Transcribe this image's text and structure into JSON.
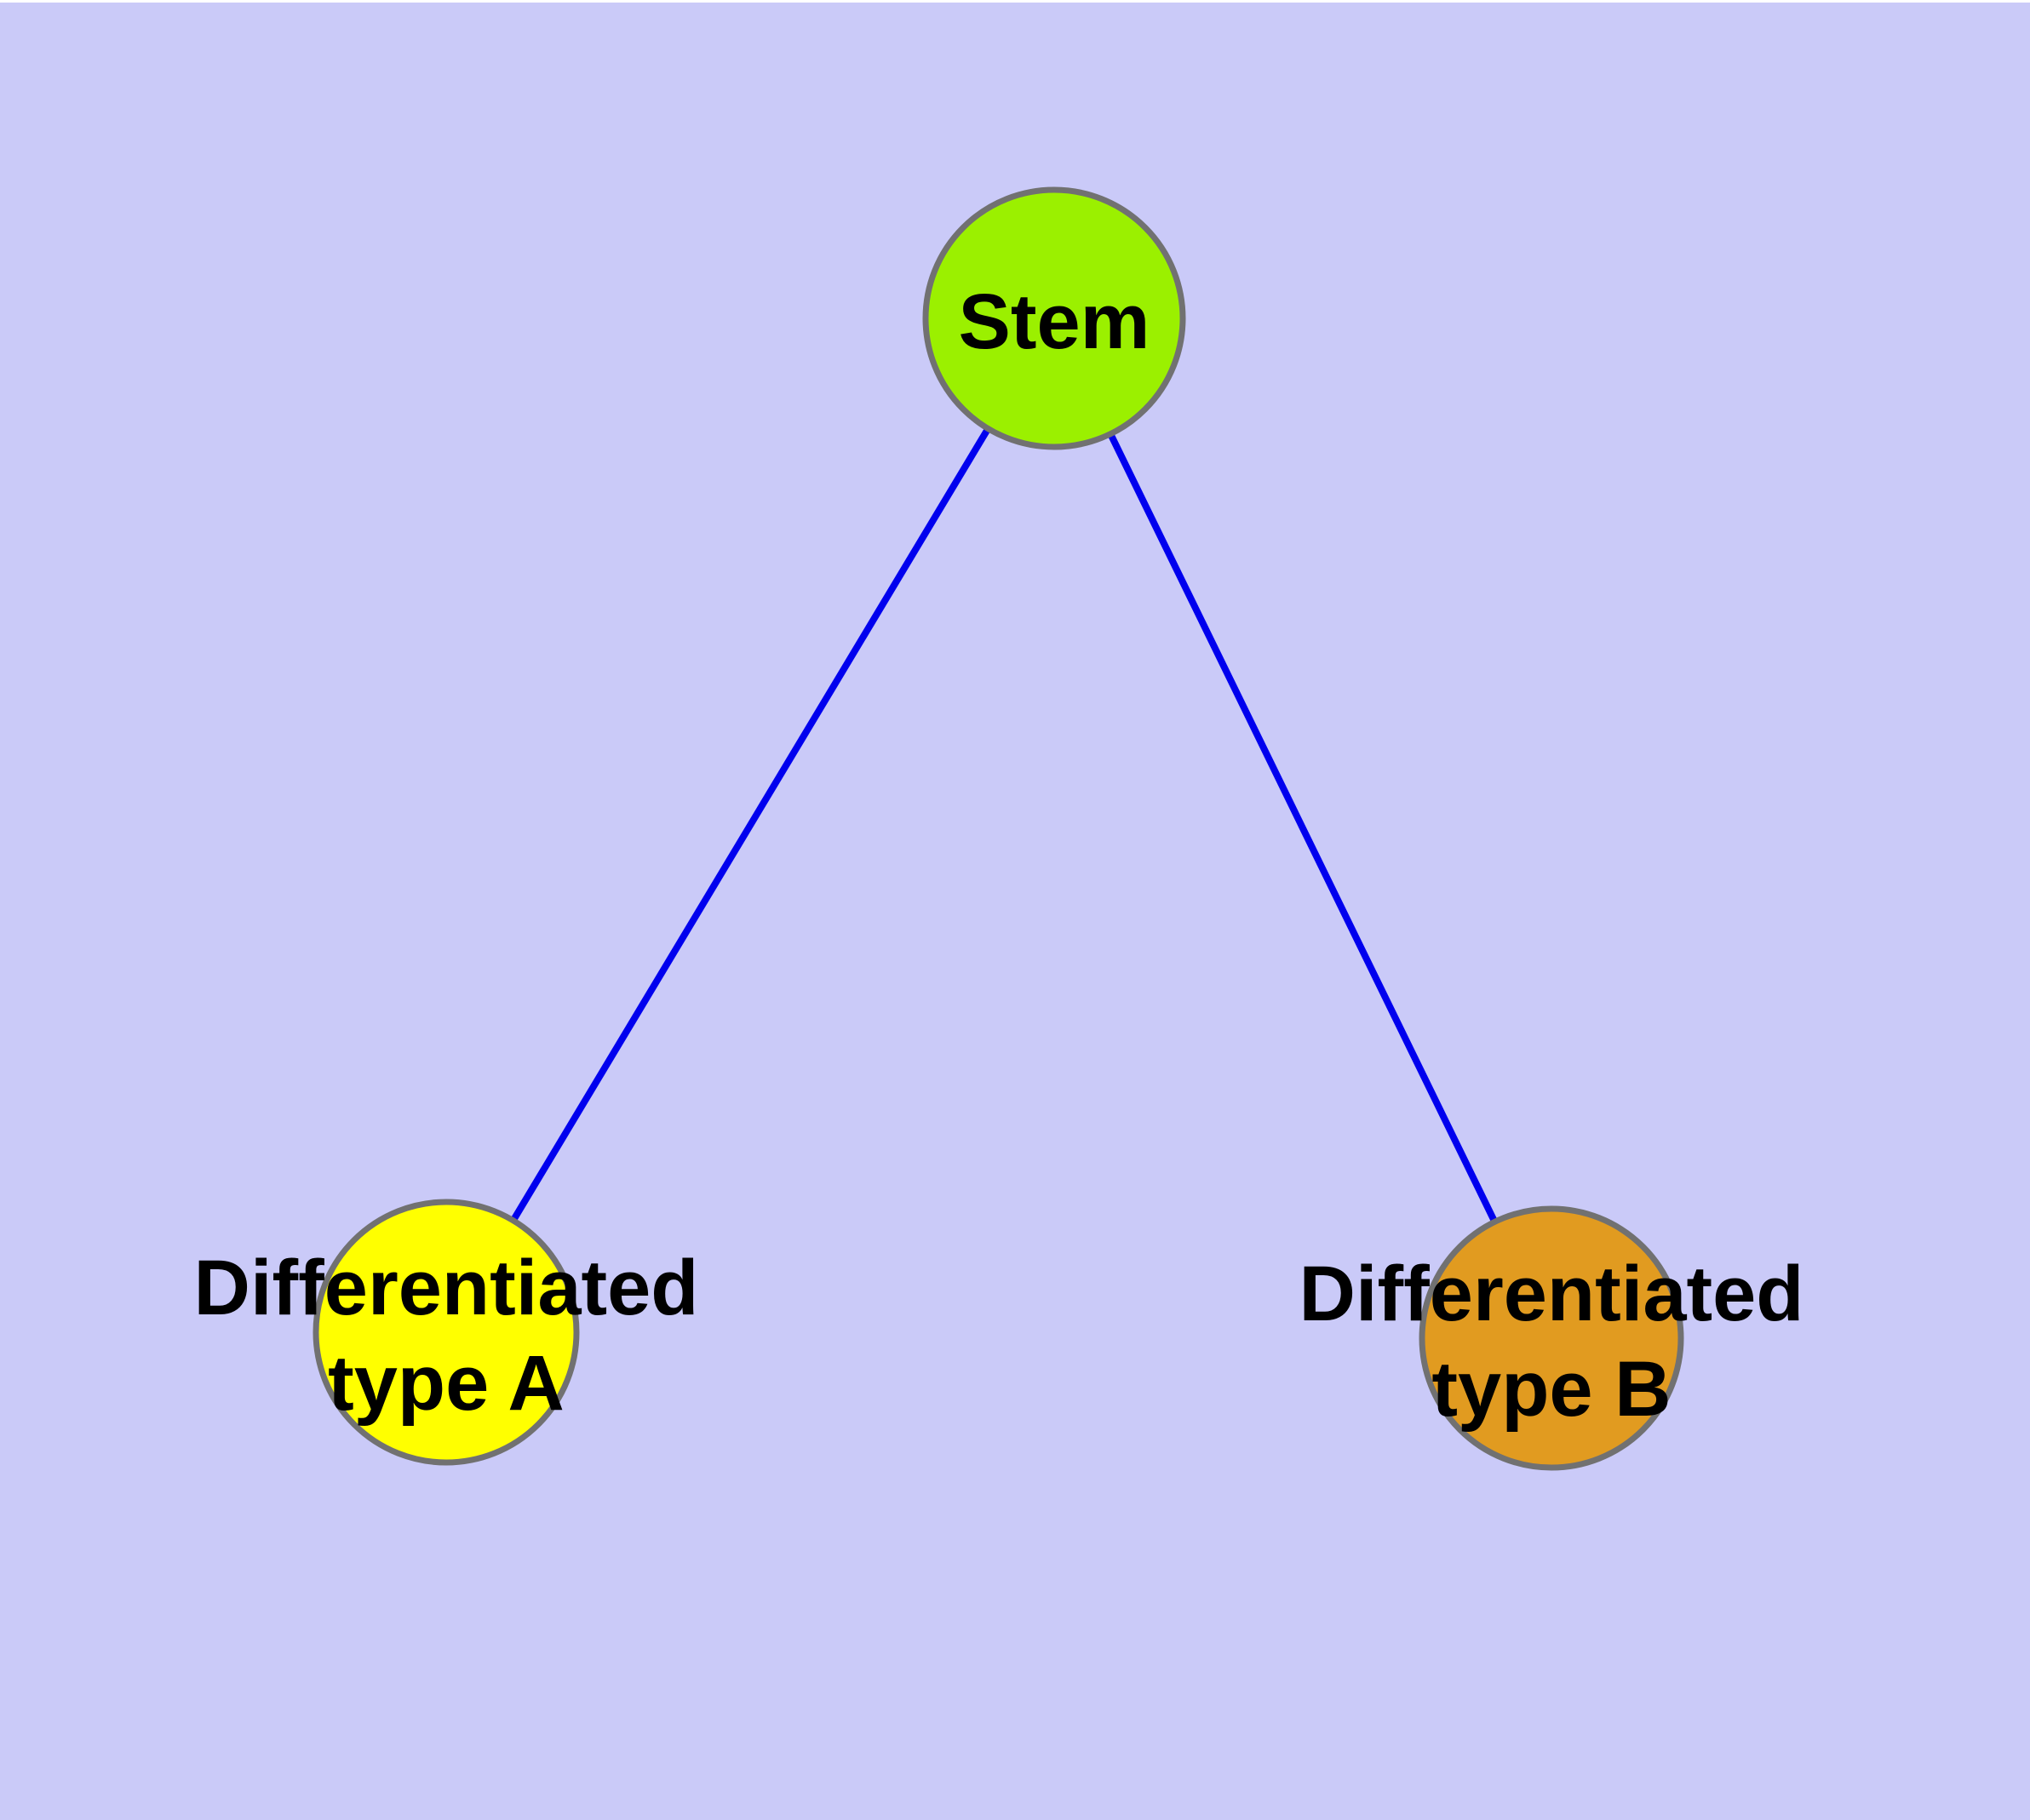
{
  "diagram": {
    "type": "node-link-graph",
    "description": "Stem cell differentiation tree: one root node connected to two differentiated type nodes",
    "colors": {
      "background": "#CACAF8",
      "top_strip": "#FFFFFF",
      "edge": "#0000EE",
      "node_border": "#717171",
      "label_text": "#000000"
    },
    "nodes": {
      "stem": {
        "label": "Stem",
        "fill": "#9BF000"
      },
      "type_a": {
        "label_line1": "Differentiated",
        "label_line2": "type A",
        "fill": "#FFFF00"
      },
      "type_b": {
        "label_line1": "Differentiated",
        "label_line2": "type B",
        "fill": "#E19B20"
      }
    },
    "edges": [
      {
        "from": "Stem",
        "to": "Differentiated type A"
      },
      {
        "from": "Stem",
        "to": "Differentiated type B"
      }
    ]
  }
}
